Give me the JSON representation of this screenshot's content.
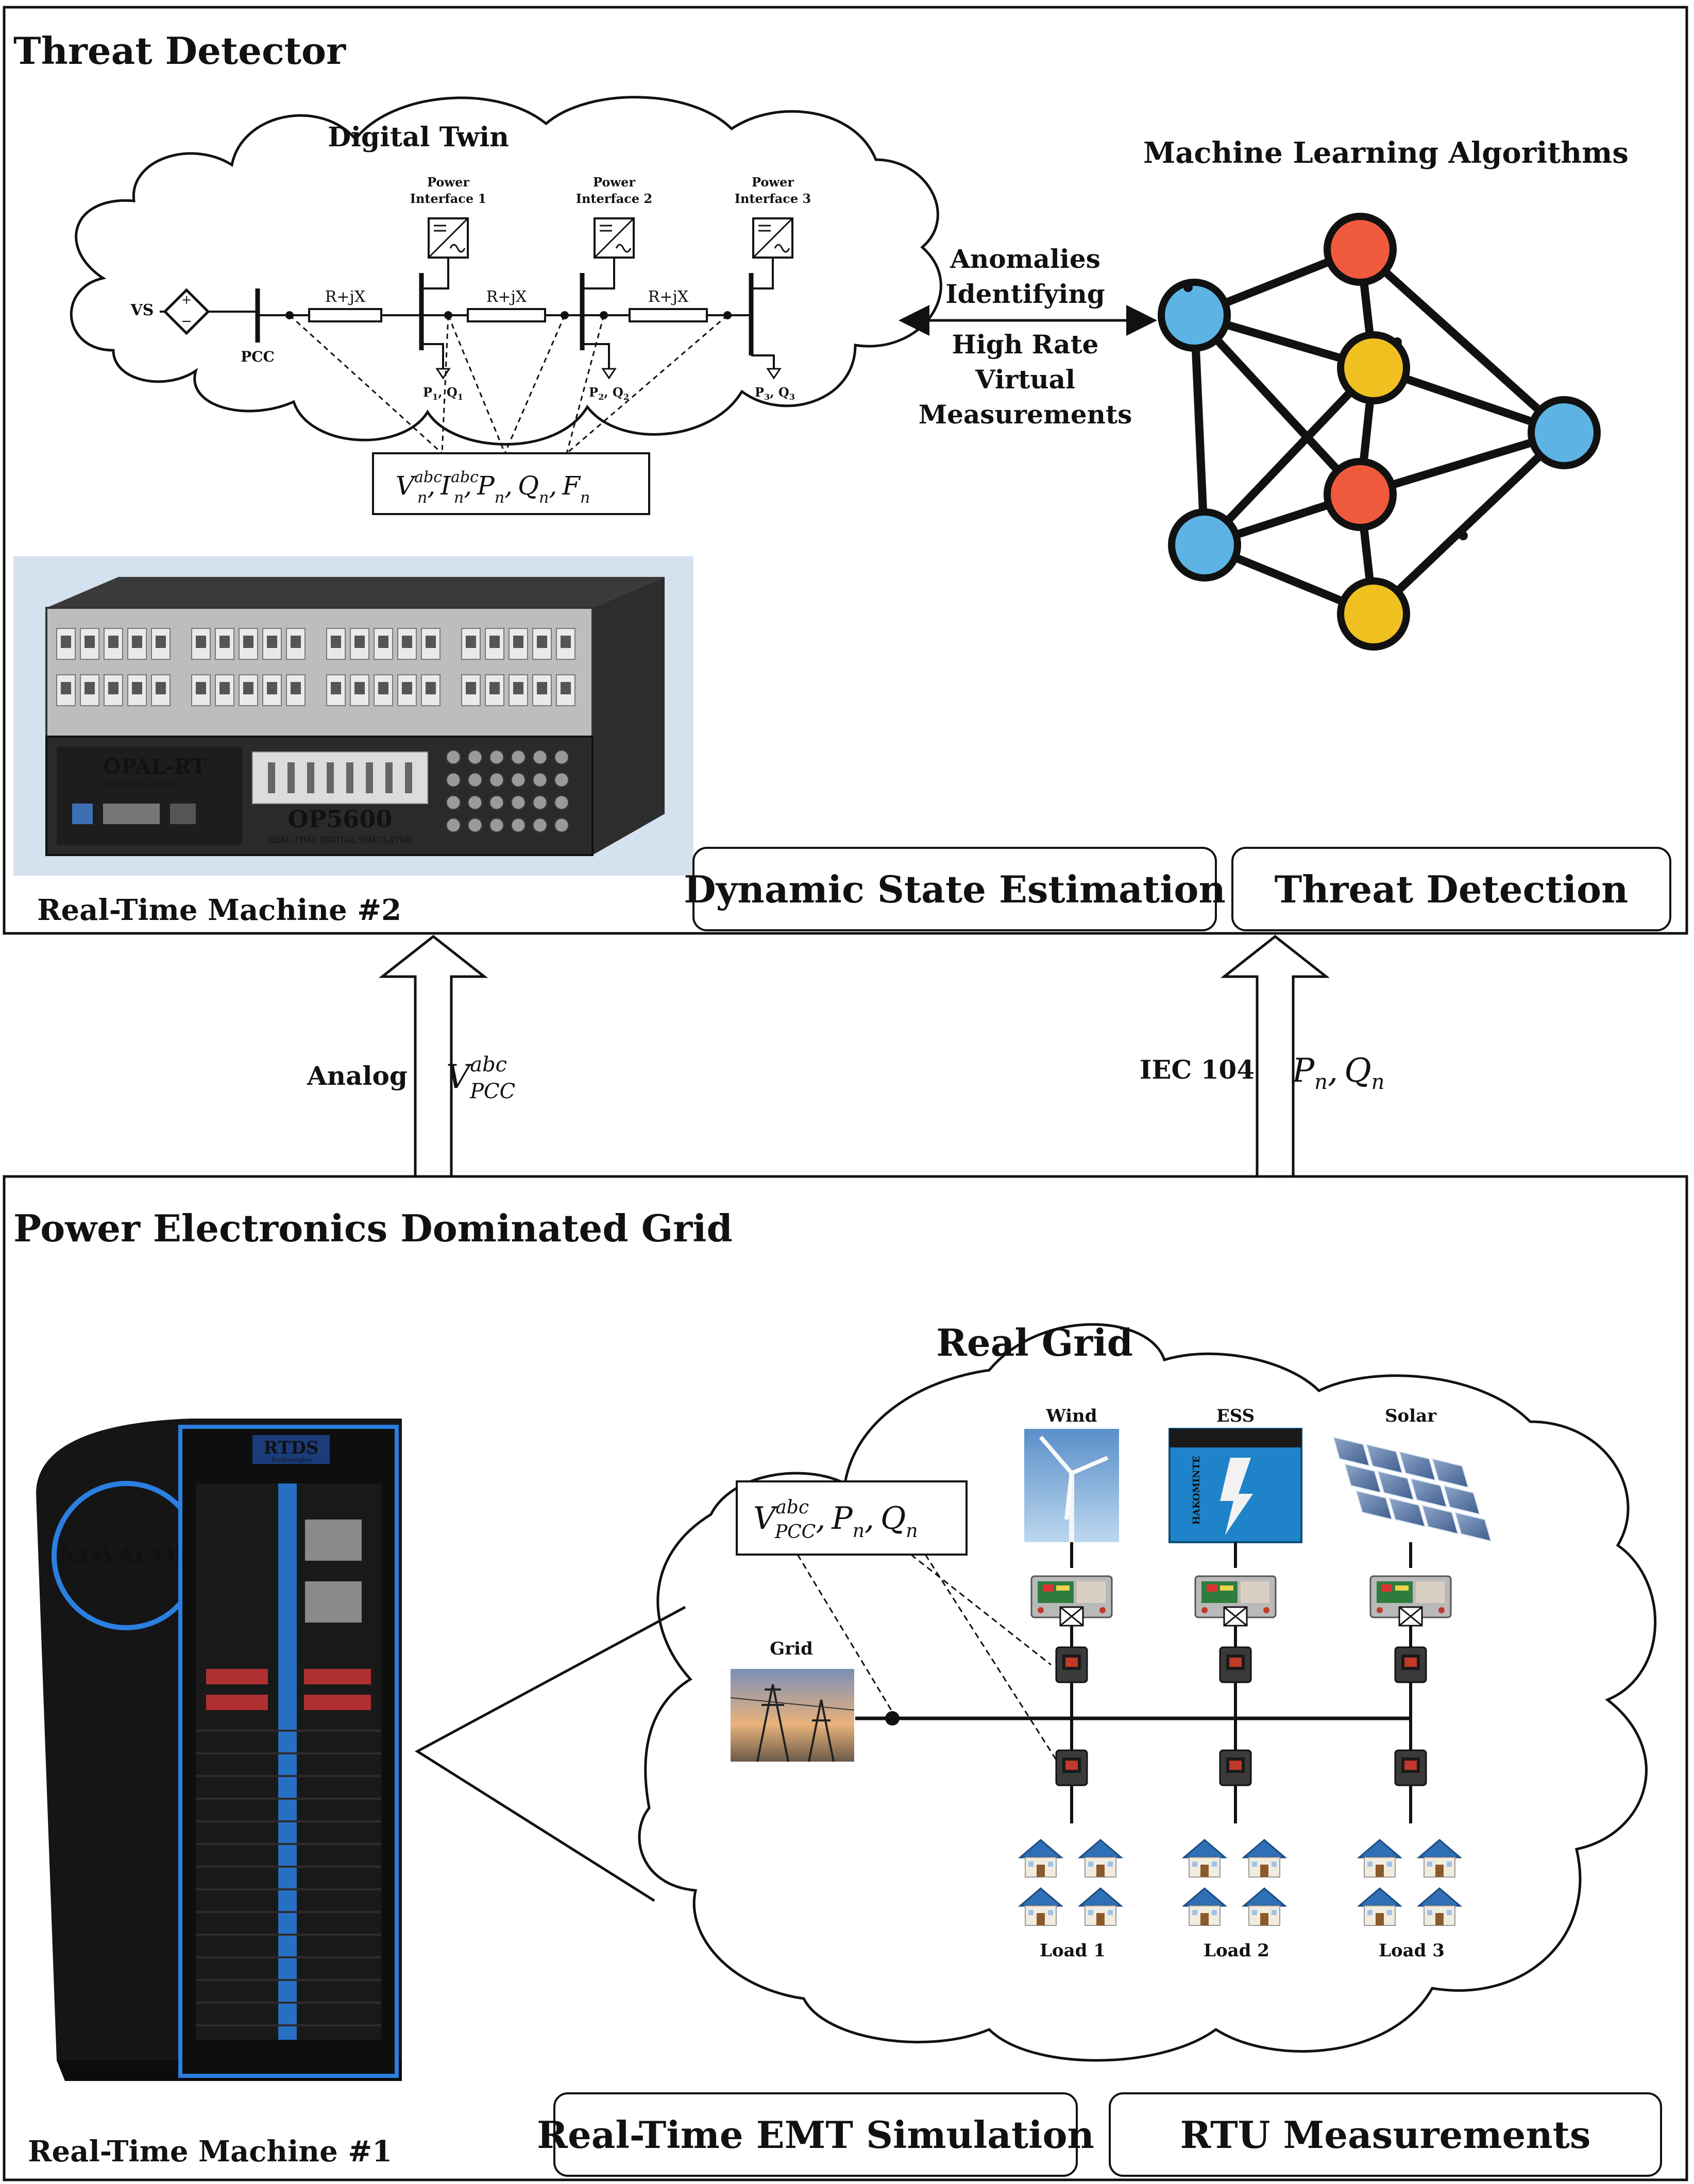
{
  "threat_panel": {
    "title": "Threat Detector",
    "machine_label": "Real-Time Machine #2",
    "btn_dse": "Dynamic State Estimation",
    "btn_threat": "Threat Detection"
  },
  "digital_twin": {
    "title": "Digital Twin",
    "vs_label": "VS",
    "pcc_label": "PCC",
    "impedance": "R+jX",
    "power_interfaces": [
      "Power",
      "Interface 1",
      "Power",
      "Interface 2",
      "Power",
      "Interface 3"
    ],
    "loads": [
      [
        "P",
        "1",
        ", Q",
        "1"
      ],
      [
        "P",
        "2",
        ", Q",
        "2"
      ],
      [
        "P",
        "3",
        ", Q",
        "3"
      ]
    ],
    "meas_box": {
      "V": "V",
      "I": "I",
      "n": "n",
      "abc": "abc",
      "P": "P",
      "Q": "Q",
      "F": "F",
      "sep": ","
    }
  },
  "exchange": {
    "lines": [
      "Anomalies",
      "Identifying",
      "High Rate",
      "Virtual",
      "Measurements"
    ]
  },
  "ml": {
    "title": "Machine Learning Algorithms",
    "colors": {
      "blue": "#5DB4E4",
      "red": "#F05A3C",
      "yellow": "#F0C020",
      "edge": "#111111"
    }
  },
  "simulator_2": {
    "brand": "OPAL-RT",
    "sub": "TECHNOLOGIES",
    "model": "OP5600",
    "model_sub": "REAL-TIME DIGITAL SIMULATOR"
  },
  "links": {
    "left_label": "Analog",
    "left_math": {
      "V": "V",
      "sup": "abc",
      "sub": "PCC"
    },
    "right_label": "IEC 104",
    "right_math": {
      "P": "P",
      "n": "n",
      "sep": ",",
      "Q": "Q"
    }
  },
  "grid_panel": {
    "title": "Power Electronics Dominated Grid",
    "machine_label": "Real-Time Machine #1",
    "btn_emt": "Real-Time EMT Simulation",
    "btn_rtu": "RTU Measurements"
  },
  "rack": {
    "brand": "RTDS",
    "brand_sub": "Technologies",
    "side": "NOVACOR"
  },
  "real_grid": {
    "title": "Real Grid",
    "grid_label": "Grid",
    "sources": [
      "Wind",
      "ESS",
      "Solar"
    ],
    "loads": [
      "Load 1",
      "Load 2",
      "Load 3"
    ],
    "meas_box": {
      "V": "V",
      "sup": "abc",
      "sub": "PCC",
      "sep": ",",
      "P": "P",
      "n": "n",
      "Q": "Q"
    },
    "ess_brand": "HAKOMINTE"
  }
}
